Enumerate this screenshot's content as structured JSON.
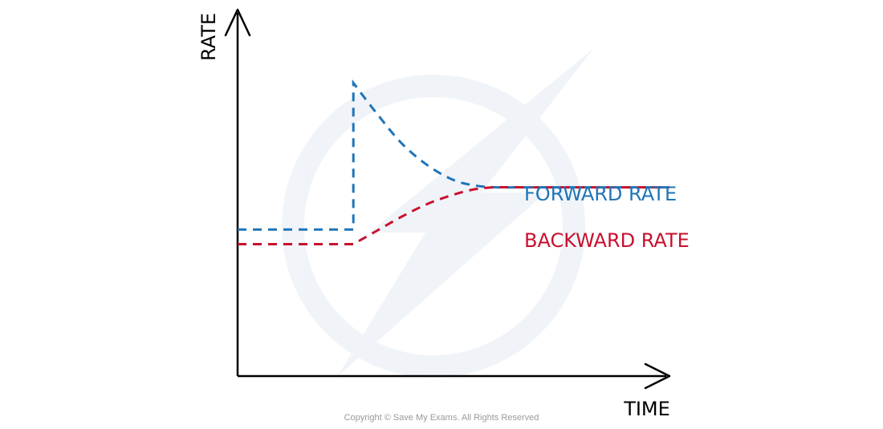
{
  "chart_data": {
    "type": "line",
    "title": "",
    "xlabel": "TIME",
    "ylabel": "RATE",
    "x_ticks": "none",
    "y_ticks": "none",
    "grid": false,
    "legend": "direct labels at the right end of each line",
    "x_range": [
      0,
      10
    ],
    "y_range": [
      0,
      10
    ],
    "event_time": 2.68,
    "series": [
      {
        "name": "FORWARD RATE",
        "color": "#1f74b7",
        "style": "dashed",
        "x": [
          0,
          2.68,
          2.68,
          3.2,
          3.8,
          4.4,
          5.0,
          5.5,
          6.0,
          6.8,
          10
        ],
        "y": [
          4.0,
          4.0,
          8.0,
          7.2,
          6.35,
          5.75,
          5.35,
          5.2,
          5.15,
          5.15,
          5.15
        ]
      },
      {
        "name": "BACKWARD RATE",
        "color": "#c8102e",
        "style": "dashed",
        "x": [
          0,
          2.68,
          3.2,
          3.8,
          4.4,
          5.0,
          5.5,
          6.0,
          6.8,
          10
        ],
        "y": [
          3.6,
          3.6,
          3.95,
          4.35,
          4.7,
          4.95,
          5.1,
          5.15,
          5.15,
          5.15
        ]
      }
    ]
  },
  "footer": {
    "copyright": "Copyright © Save My Exams. All Rights Reserved"
  }
}
